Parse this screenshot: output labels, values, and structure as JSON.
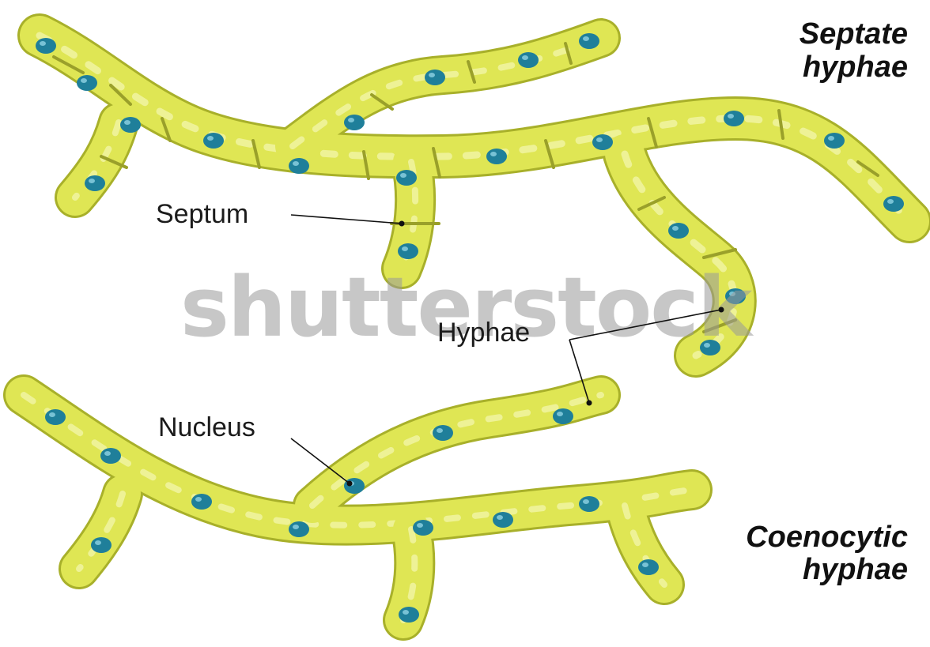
{
  "labels": {
    "septate_title_line1": "Septate",
    "septate_title_line2": "hyphae",
    "coenocytic_title_line1": "Coenocytic",
    "coenocytic_title_line2": "hyphae",
    "septum": "Septum",
    "hyphae": "Hyphae",
    "nucleus": "Nucleus"
  },
  "watermark": "shutterstock",
  "colors": {
    "hypha_fill": "#dfe654",
    "hypha_outline": "#a8b02a",
    "hypha_highlight": "#f1f5a6",
    "septum": "#9aa02a",
    "nucleus": "#1f7f9a",
    "nucleus_highlight": "#8fd3e4",
    "leader_line": "#111111"
  }
}
